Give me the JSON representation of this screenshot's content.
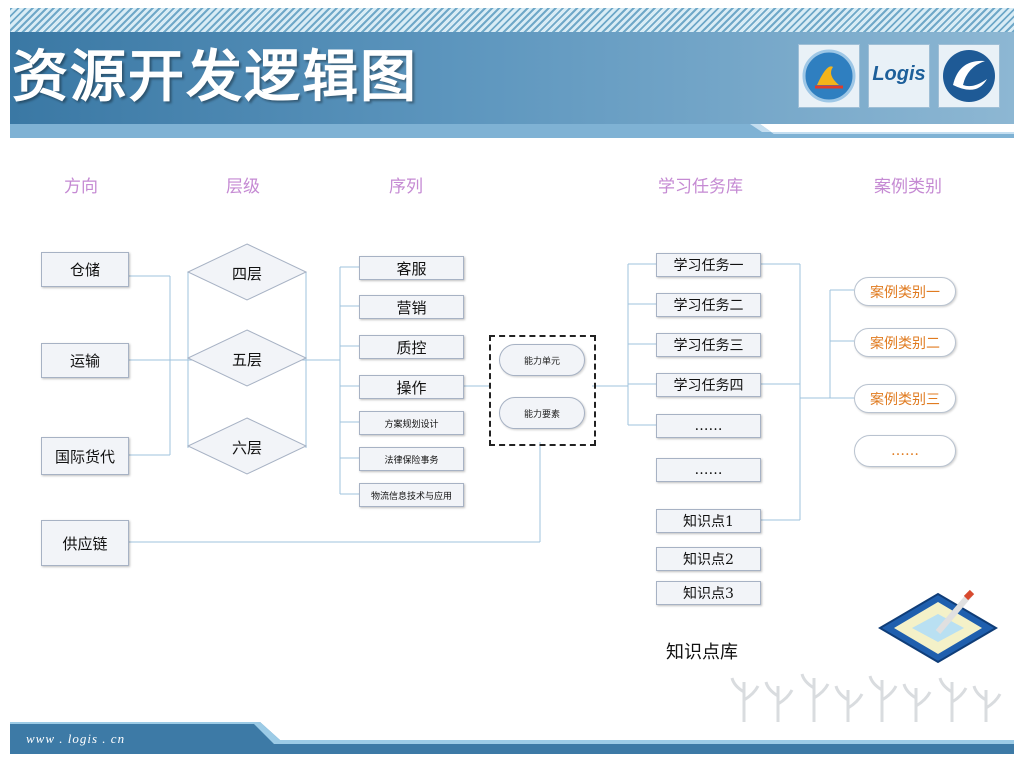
{
  "header": {
    "title": "资源开发逻辑图",
    "logo_text": "Logis"
  },
  "columns": {
    "direction": "方向",
    "level": "层级",
    "sequence": "序列",
    "task_library": "学习任务库",
    "case_category": "案例类别"
  },
  "directions": [
    "仓储",
    "运输",
    "国际货代",
    "供应链"
  ],
  "levels": [
    "四层",
    "五层",
    "六层"
  ],
  "sequences": [
    "客服",
    "营销",
    "质控",
    "操作",
    "方案规划设计",
    "法律保险事务",
    "物流信息技术与应用"
  ],
  "ability": {
    "unit": "能力单元",
    "element": "能力要素"
  },
  "tasks": [
    "学习任务一",
    "学习任务二",
    "学习任务三",
    "学习任务四",
    "……",
    "……"
  ],
  "knowledge_points": [
    "知识点1",
    "知识点2",
    "知识点3"
  ],
  "knowledge_caption": "知识点库",
  "cases": [
    "案例类别一",
    "案例类别二",
    "案例类别三",
    "……"
  ],
  "footer": {
    "url": "www . logis . cn"
  },
  "colors": {
    "header": "#3a78a4",
    "column_heading": "#c58ad3",
    "case_text": "#e07b20",
    "connector": "#9fc3de"
  }
}
